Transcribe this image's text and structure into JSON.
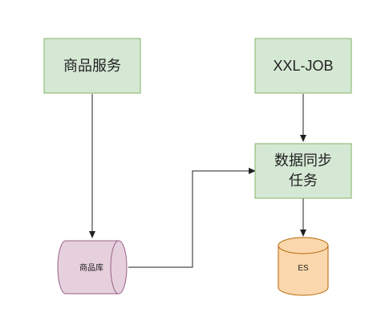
{
  "nodes": {
    "product_service": {
      "label": "商品服务",
      "fill": "#d5e8d4",
      "stroke": "#82b366"
    },
    "xxl_job": {
      "label": "XXL-JOB",
      "fill": "#d5e8d4",
      "stroke": "#82b366"
    },
    "data_sync_task": {
      "label_line1": "数据同步",
      "label_line2": "任务",
      "fill": "#d5e8d4",
      "stroke": "#82b366"
    },
    "product_db": {
      "label": "商品库",
      "fill": "#e6d0de",
      "stroke": "#996185"
    },
    "es": {
      "label": "ES",
      "fill": "#fad7ac",
      "stroke": "#b46504"
    }
  },
  "edges": [
    {
      "from": "商品服务",
      "to": "商品库"
    },
    {
      "from": "XXL-JOB",
      "to": "数据同步任务"
    },
    {
      "from": "商品库",
      "to": "数据同步任务"
    },
    {
      "from": "数据同步任务",
      "to": "ES"
    }
  ]
}
